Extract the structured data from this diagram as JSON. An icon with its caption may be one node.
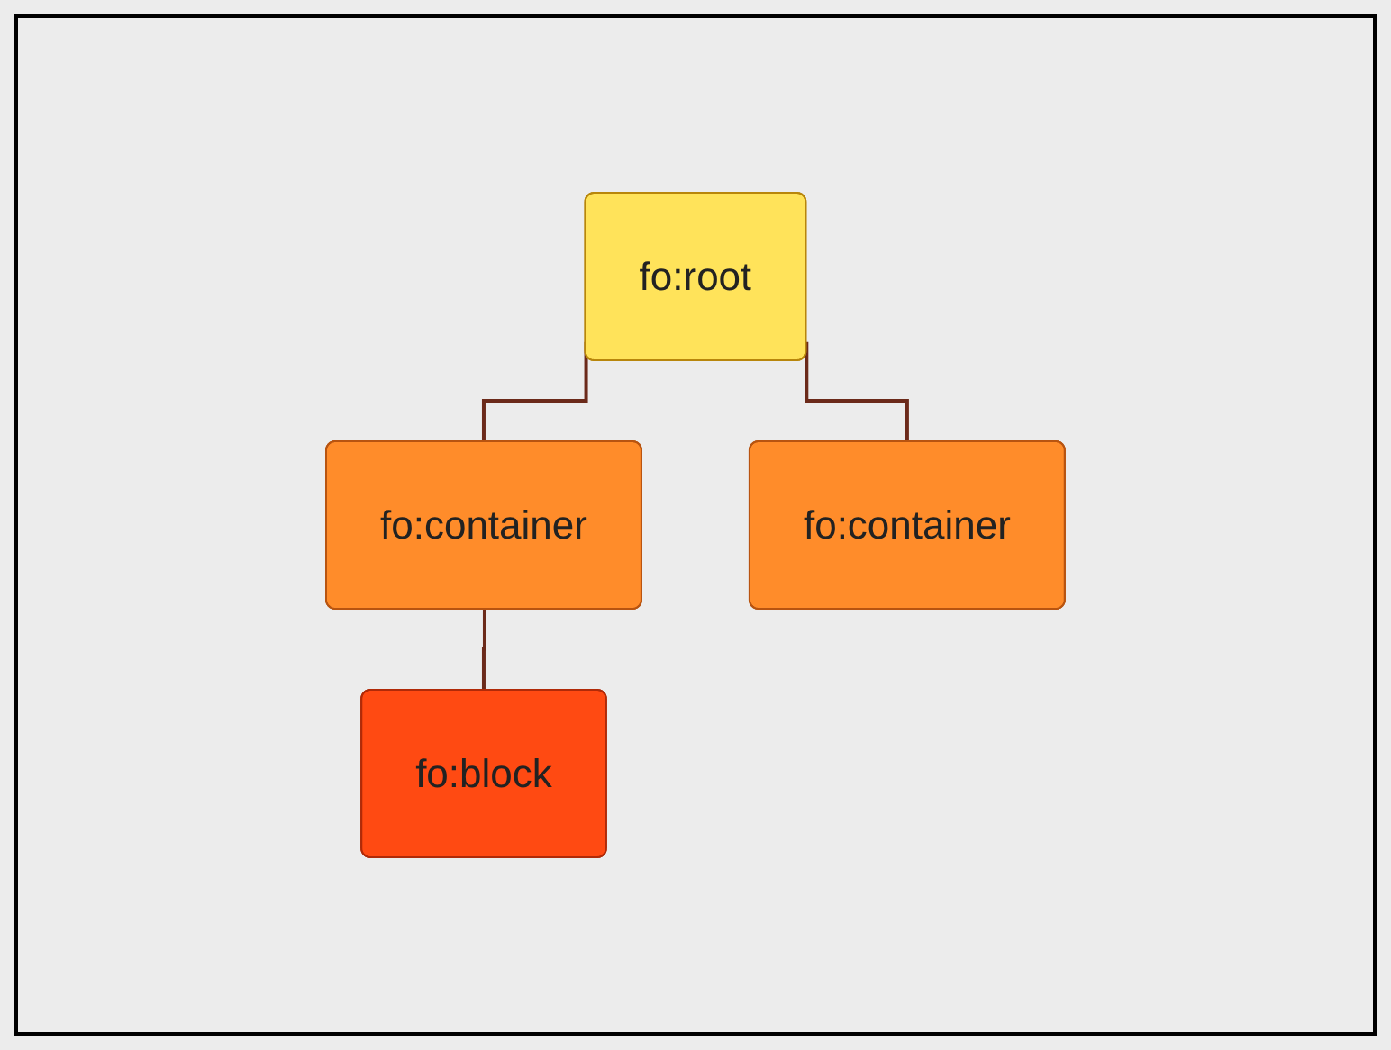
{
  "diagram": {
    "nodes": [
      {
        "text": [
          "fo:root"
        ]
      },
      {
        "text": [
          "fo:container"
        ]
      },
      {
        "text": [
          "fo:container"
        ]
      },
      {
        "text": [
          "fo:block"
        ]
      }
    ],
    "edges": [
      {
        "from": 0,
        "to": 1,
        "arrow": "none"
      },
      {
        "from": 0,
        "to": 2,
        "arrow": "none"
      },
      {
        "from": 1,
        "to": 3,
        "arrow": "none"
      }
    ]
  }
}
